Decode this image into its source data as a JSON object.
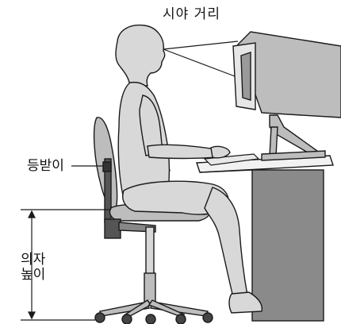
{
  "labels": {
    "viewing_distance": "시야 거리",
    "backrest": "등받이",
    "seat_height_line1": "의자",
    "seat_height_line2": "높이"
  },
  "colors": {
    "figure_fill": "#d8d8d8",
    "monitor_fill": "#bdbdbd",
    "desk_fill": "#8a8a8a",
    "outline": "#1a1a1a"
  }
}
